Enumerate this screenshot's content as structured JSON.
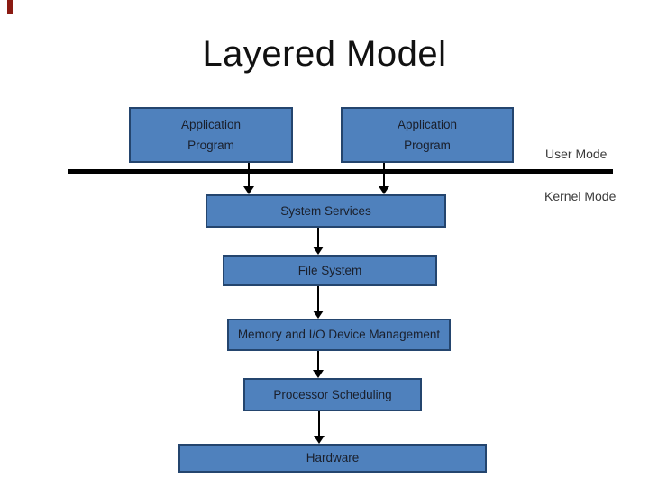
{
  "slide": {
    "title": "Layered Model",
    "mode_labels": {
      "user": "User Mode",
      "kernel": "Kernel Mode"
    }
  },
  "diagram": {
    "boxes": [
      {
        "id": "application-program-left",
        "label": "Application\nProgram"
      },
      {
        "id": "application-program-right",
        "label": "Application\nProgram"
      },
      {
        "id": "system-services",
        "label": "System Services"
      },
      {
        "id": "file-system",
        "label": "File System"
      },
      {
        "id": "memory-io-device-management",
        "label": "Memory and I/O Device Management"
      },
      {
        "id": "processor-scheduling",
        "label": "Processor Scheduling"
      },
      {
        "id": "hardware",
        "label": "Hardware"
      }
    ]
  },
  "colors": {
    "box_fill": "#4F81BD",
    "box_border": "#24456E",
    "box_text": "#1A1F2B",
    "separator_line": "#000000",
    "accent_mark": "#8A1A12",
    "mode_label_text": "#3A3A3A"
  }
}
